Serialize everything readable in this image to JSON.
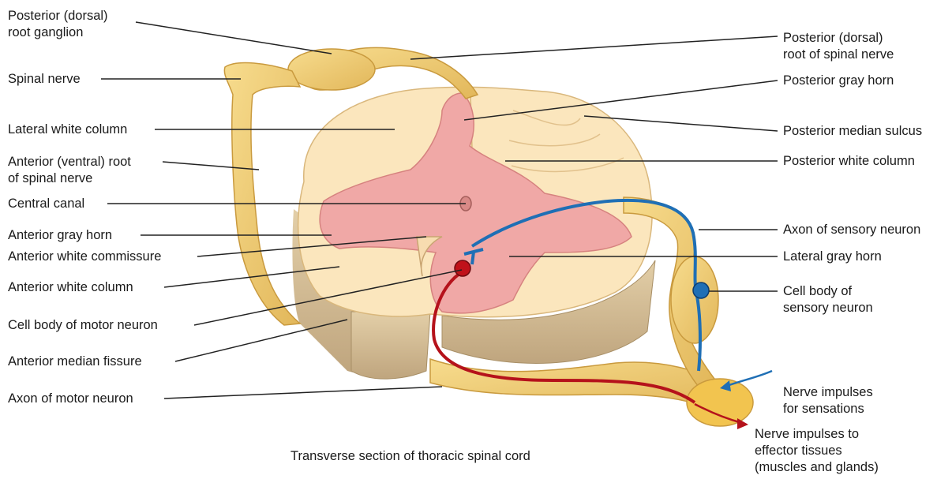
{
  "caption": "Transverse section of thoracic spinal cord",
  "labels_left": [
    {
      "id": "posterior-root-ganglion",
      "text": "Posterior (dorsal)\nroot ganglion"
    },
    {
      "id": "spinal-nerve",
      "text": "Spinal nerve"
    },
    {
      "id": "lateral-white-column",
      "text": "Lateral white column"
    },
    {
      "id": "anterior-root",
      "text": "Anterior (ventral) root\nof spinal nerve"
    },
    {
      "id": "central-canal",
      "text": "Central canal"
    },
    {
      "id": "anterior-gray-horn",
      "text": "Anterior gray horn"
    },
    {
      "id": "anterior-white-commissure",
      "text": "Anterior white commissure"
    },
    {
      "id": "anterior-white-column",
      "text": "Anterior white column"
    },
    {
      "id": "cell-body-motor-neuron",
      "text": "Cell body of motor neuron"
    },
    {
      "id": "anterior-median-fissure",
      "text": "Anterior median fissure"
    },
    {
      "id": "axon-motor-neuron",
      "text": "Axon of motor neuron"
    }
  ],
  "labels_right": [
    {
      "id": "posterior-root-spinal-nerve",
      "text": "Posterior (dorsal)\nroot of spinal nerve"
    },
    {
      "id": "posterior-gray-horn",
      "text": "Posterior gray horn"
    },
    {
      "id": "posterior-median-sulcus",
      "text": "Posterior median sulcus"
    },
    {
      "id": "posterior-white-column",
      "text": "Posterior white column"
    },
    {
      "id": "axon-sensory-neuron",
      "text": "Axon of sensory neuron"
    },
    {
      "id": "lateral-gray-horn",
      "text": "Lateral gray horn"
    },
    {
      "id": "cell-body-sensory-neuron",
      "text": "Cell body of\nsensory neuron"
    },
    {
      "id": "nerve-impulses-sensations",
      "text": "Nerve impulses\nfor sensations"
    },
    {
      "id": "nerve-impulses-effector",
      "text": "Nerve impulses to\neffector tissues\n(muscles and glands)"
    }
  ],
  "colors": {
    "white_matter": "#fbe6bd",
    "gray_matter": "#f0a8a6",
    "nerve": "#f2cf7a",
    "cord_side": "#d8c09a",
    "sensory_neuron": "#1f6fb5",
    "motor_neuron": "#b5121b",
    "leader_line": "#222222"
  }
}
